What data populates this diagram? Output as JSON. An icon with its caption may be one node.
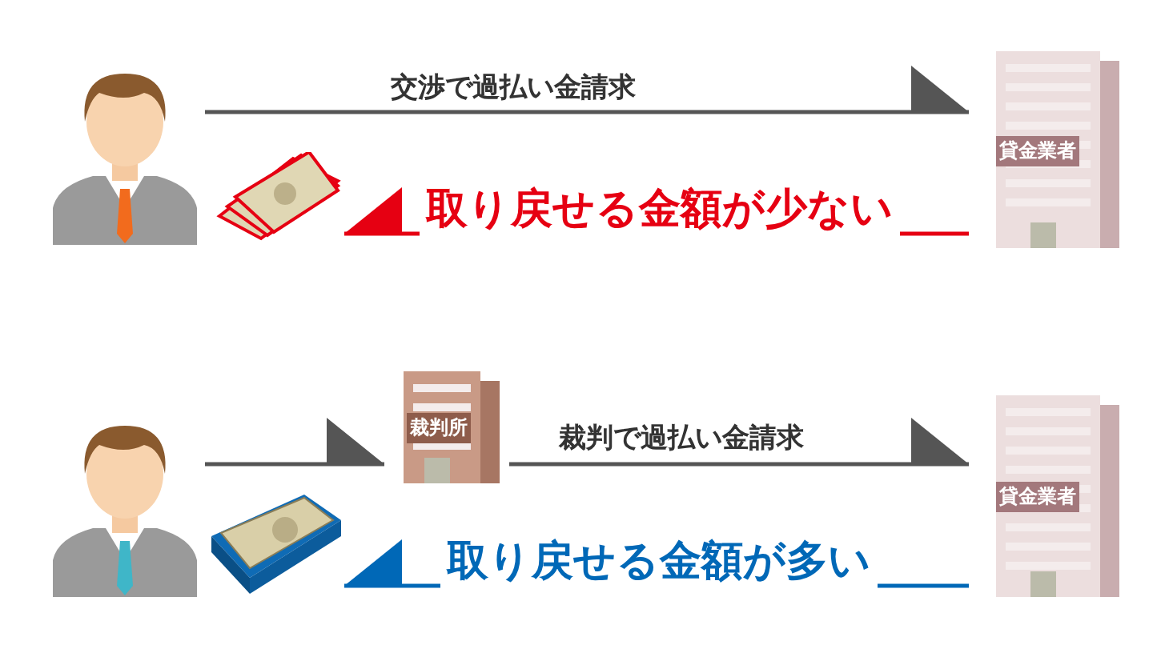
{
  "diagram": {
    "nodes": [
      {
        "text": [],
        "shape": "person"
      },
      {
        "text": [
          "貸金業者"
        ]
      },
      {
        "text": [],
        "shape": "picture"
      },
      {
        "text": [],
        "shape": "person"
      },
      {
        "text": [
          "裁判所"
        ]
      },
      {
        "text": [
          "貸金業者"
        ]
      },
      {
        "text": [],
        "shape": "picture"
      }
    ],
    "edges": [
      {
        "from": 0,
        "to": 1,
        "arrow": "to",
        "label": "交渉で過払い金請求"
      },
      {
        "from": 1,
        "to": 2,
        "arrow": "to",
        "label": "取り戻せる金額が少ない",
        "color": "#e60012"
      },
      {
        "from": 3,
        "to": 4,
        "arrow": "to"
      },
      {
        "from": 4,
        "to": 5,
        "arrow": "to",
        "label": "裁判で過払い金請求"
      },
      {
        "from": 5,
        "to": 6,
        "arrow": "to",
        "label": "取り戻せる金額が多い",
        "color": "#0068b7"
      }
    ]
  }
}
